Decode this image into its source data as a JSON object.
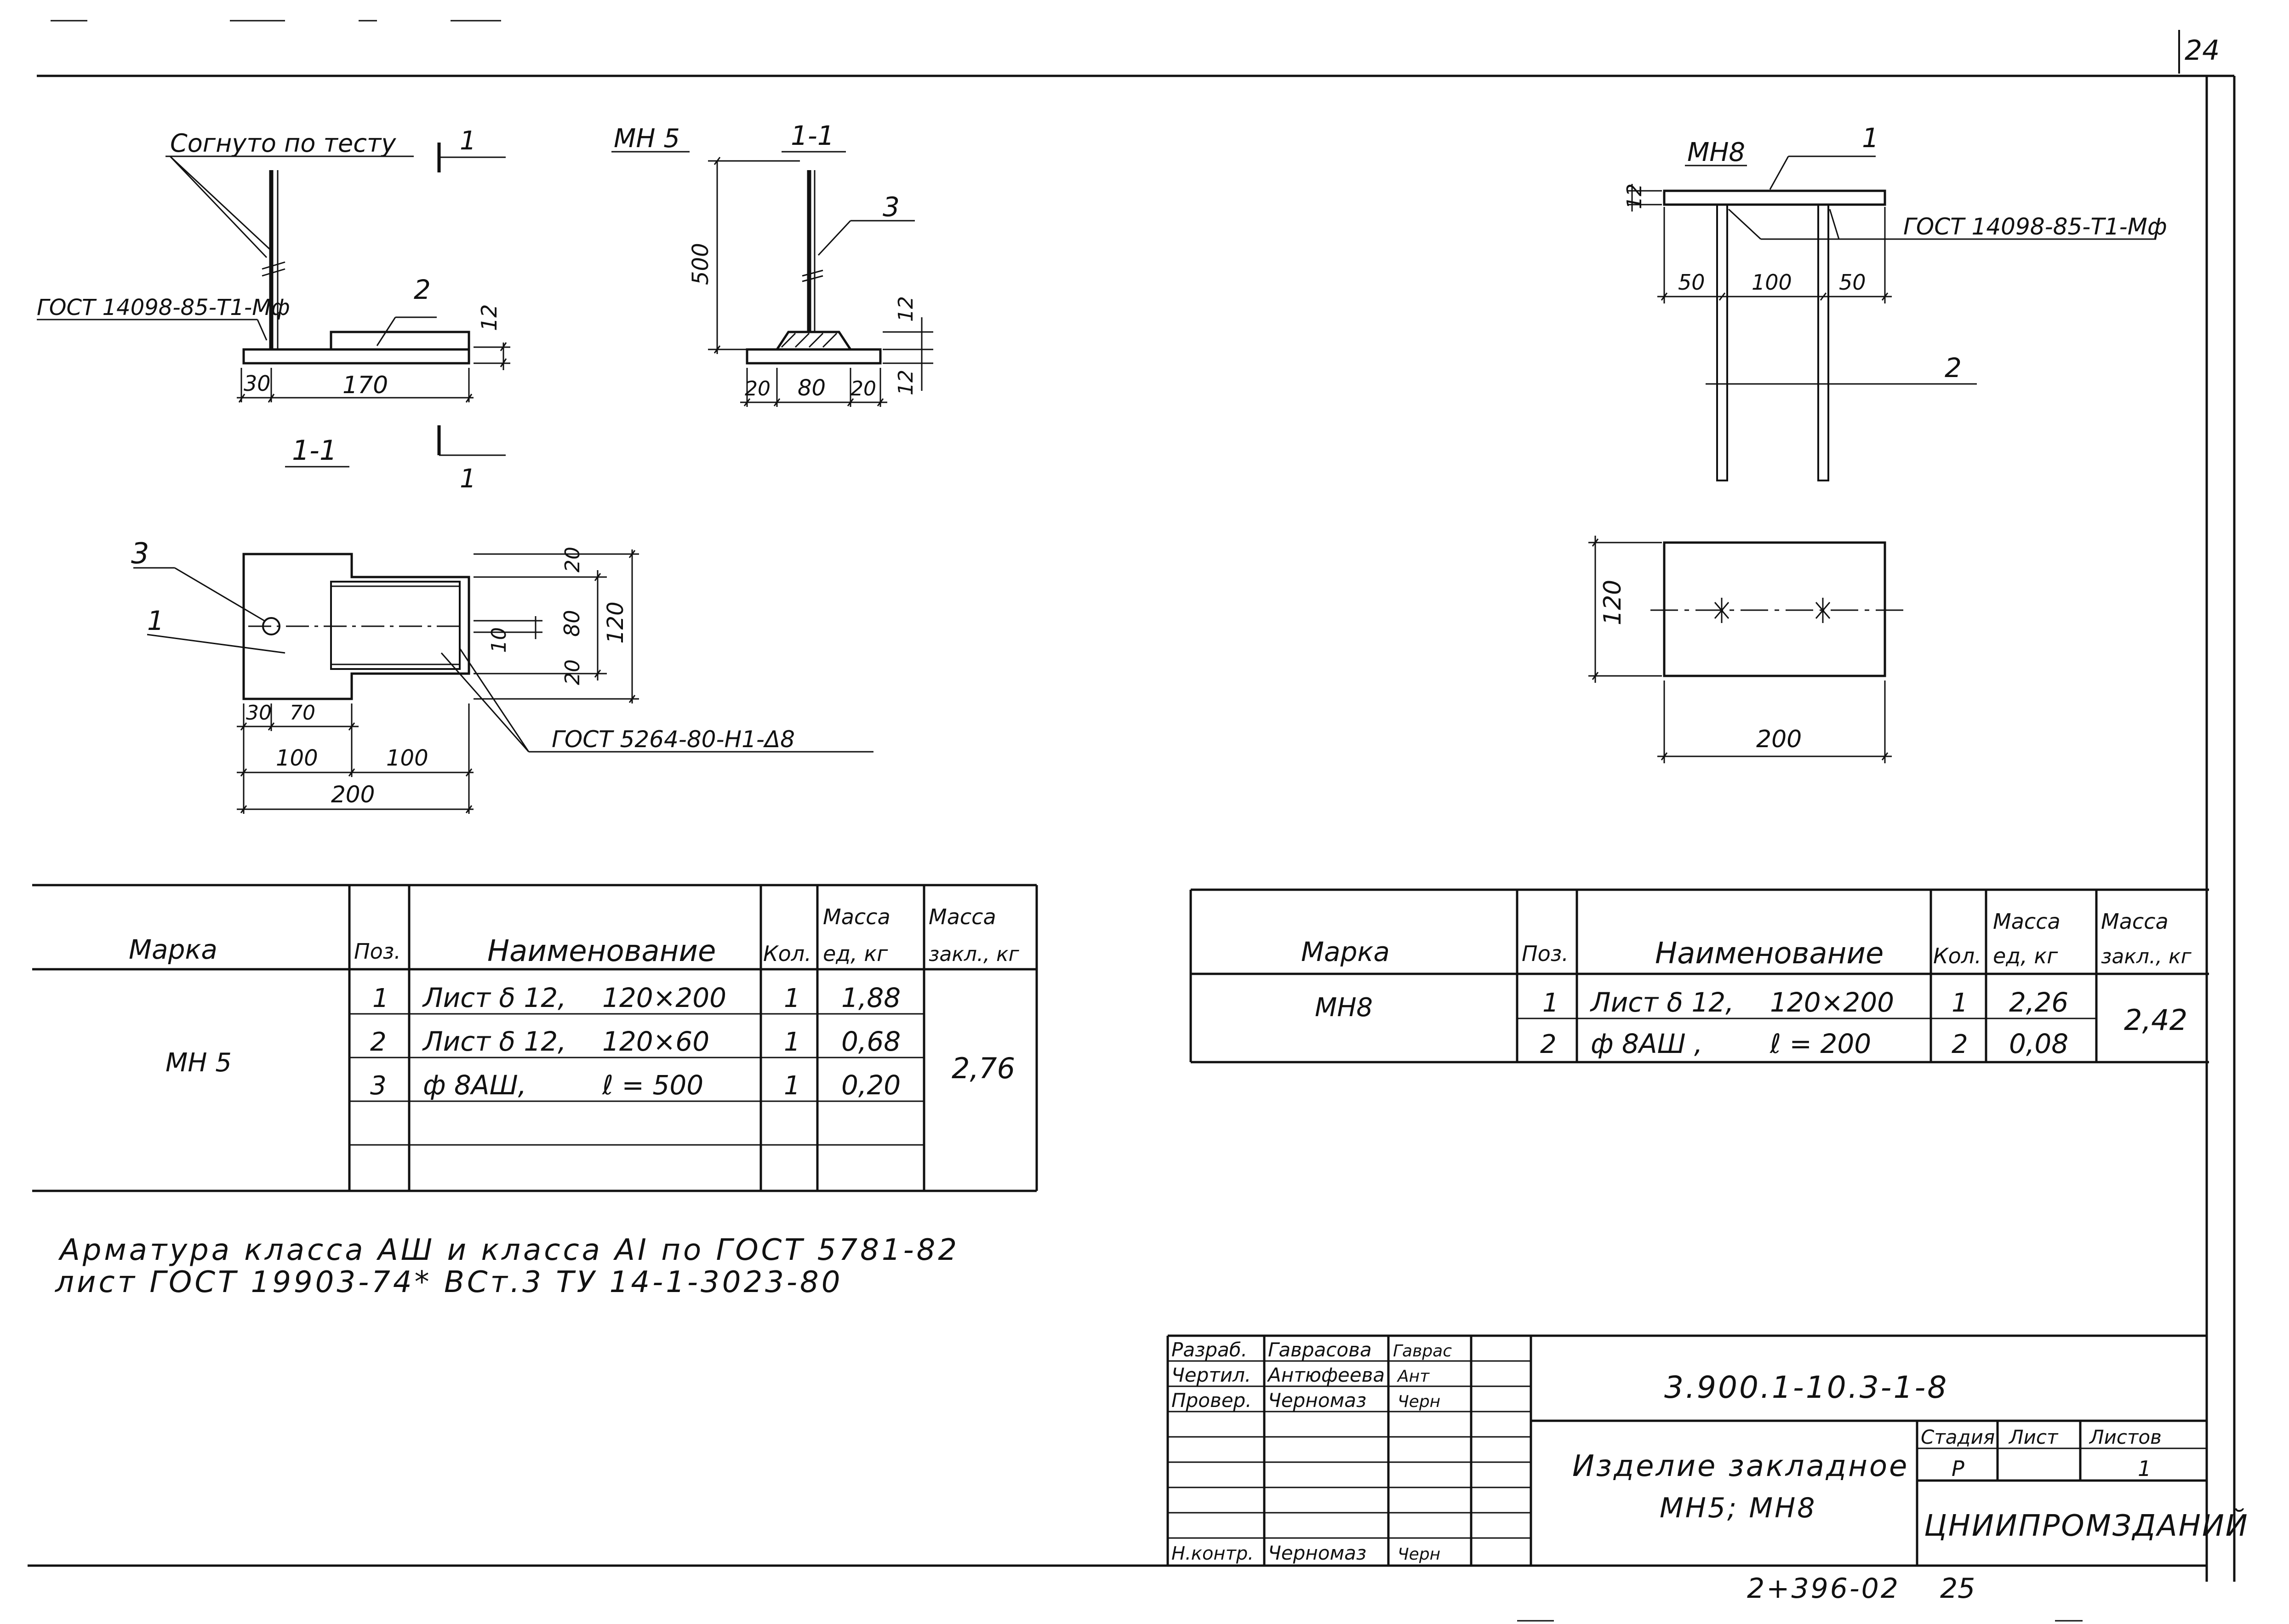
{
  "sheet": {
    "sheet_number": "24",
    "copy_number": "2+396-02",
    "copy_page": "25"
  },
  "mn5_elevation": {
    "note_bent": "Согнуто по тесту",
    "section_mark": "1",
    "section_caption": "1-1",
    "weld_gost": "ГОСТ 14098-85-Т1-Мф",
    "pos_label": "2",
    "dim_30": "30",
    "dim_170": "170",
    "dim_12": "12"
  },
  "mn5_section": {
    "mark": "МН 5",
    "caption": "1-1",
    "pos_label": "3",
    "dim_500": "500",
    "dim_12": "12",
    "dim_12b": "12",
    "dim_20a": "20",
    "dim_80": "80",
    "dim_20b": "20"
  },
  "mn5_plan": {
    "pos_1": "1",
    "pos_3": "3",
    "weld_gost": "ГОСТ 5264-80-Н1-Δ8",
    "dim_20a": "20",
    "dim_80": "80",
    "dim_20b": "20",
    "dim_120": "120",
    "dim_10": "10",
    "dim_30": "30",
    "dim_70": "70",
    "dim_100a": "100",
    "dim_100b": "100",
    "dim_200": "200"
  },
  "mn8_elevation": {
    "mark": "МН8",
    "pos_1": "1",
    "pos_2": "2",
    "weld_gost": "ГОСТ 14098-85-Т1-Мф",
    "dim_12": "12",
    "dim_50a": "50",
    "dim_100": "100",
    "dim_50b": "50"
  },
  "mn8_plan": {
    "dim_120": "120",
    "dim_200": "200"
  },
  "table_mn5": {
    "headers": [
      "Марка",
      "Поз.",
      "Наименование",
      "Кол.",
      "Масса ед, кг",
      "Масса закл., кг"
    ],
    "mark": "МН 5",
    "total_mass": "2,76",
    "rows": [
      {
        "pos": "1",
        "name": "Лист δ 12,",
        "size": "120×200",
        "qty": "1",
        "mass": "1,88"
      },
      {
        "pos": "2",
        "name": "Лист δ 12,",
        "size": "120×60",
        "qty": "1",
        "mass": "0,68"
      },
      {
        "pos": "3",
        "name": "ф 8АШ,",
        "size": "ℓ = 500",
        "qty": "1",
        "mass": "0,20"
      }
    ]
  },
  "table_mn8": {
    "headers": [
      "Марка",
      "Поз.",
      "Наименование",
      "Кол.",
      "Масса ед, кг",
      "Масса закл., кг"
    ],
    "mark": "МН8",
    "total_mass": "2,42",
    "rows": [
      {
        "pos": "1",
        "name": "Лист δ 12,",
        "size": "120×200",
        "qty": "1",
        "mass": "2,26"
      },
      {
        "pos": "2",
        "name": "ф 8АШ ,",
        "size": "ℓ = 200",
        "qty": "2",
        "mass": "0,08"
      }
    ]
  },
  "notes": {
    "line1": "Арматура класса АШ и класса АI по ГОСТ 5781-82",
    "line2": "лист ГОСТ 19903-74* ВСт.3 ТУ 14-1-3023-80"
  },
  "title_block": {
    "roles": [
      {
        "role": "Разраб.",
        "name": "Гаврасова",
        "sign": "Гаврас"
      },
      {
        "role": "Чертил.",
        "name": "Антюфеева",
        "sign": "Ант"
      },
      {
        "role": "Провер.",
        "name": "Черномаз",
        "sign": "Черн"
      },
      {
        "role": "Н.контр.",
        "name": "Черномаз",
        "sign": "Черн"
      }
    ],
    "doc_code": "3.900.1-10.3-1-8",
    "title_line1": "Изделие закладное",
    "title_line2": "МН5; МН8",
    "stage_header": "Стадия",
    "sheet_header": "Лист",
    "sheets_header": "Листов",
    "stage_value": "Р",
    "sheets_value": "1",
    "org": "ЦНИИПРОМЗДАНИЙ"
  }
}
